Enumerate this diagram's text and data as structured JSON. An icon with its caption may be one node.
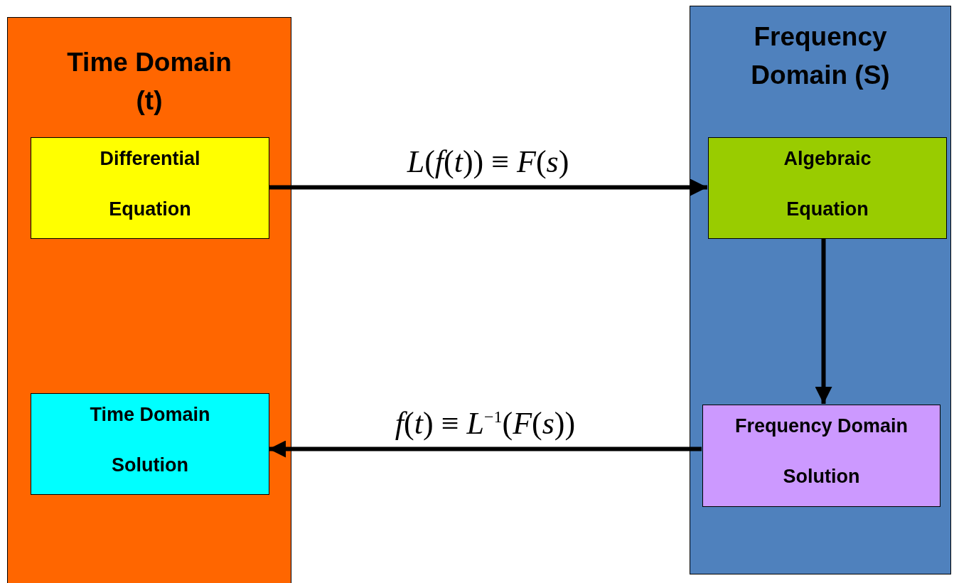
{
  "diagram": {
    "nodes": [
      {
        "text": [
          "Time Domain (t)"
        ]
      },
      {
        "text": [
          "Differential Equation"
        ],
        "in": 0
      },
      {
        "text": [
          "Time Domain Solution"
        ],
        "in": 0
      },
      {
        "text": [
          "Frequency Domain (S)"
        ]
      },
      {
        "text": [
          "Algebraic Equation"
        ],
        "in": 3
      },
      {
        "text": [
          "Frequency Domain Solution"
        ],
        "in": 3
      }
    ],
    "edges": [
      {
        "from": 1,
        "to": 4,
        "arrow": "to",
        "label": "*L*(*f*(*t*)) ≡ *F*(*s*)"
      },
      {
        "from": 4,
        "to": 5,
        "arrow": "to"
      },
      {
        "from": 5,
        "to": 2,
        "arrow": "to",
        "label": "*f*(*t*) ≡ *L*$^{−1}$(*F*(*s*))"
      }
    ]
  }
}
